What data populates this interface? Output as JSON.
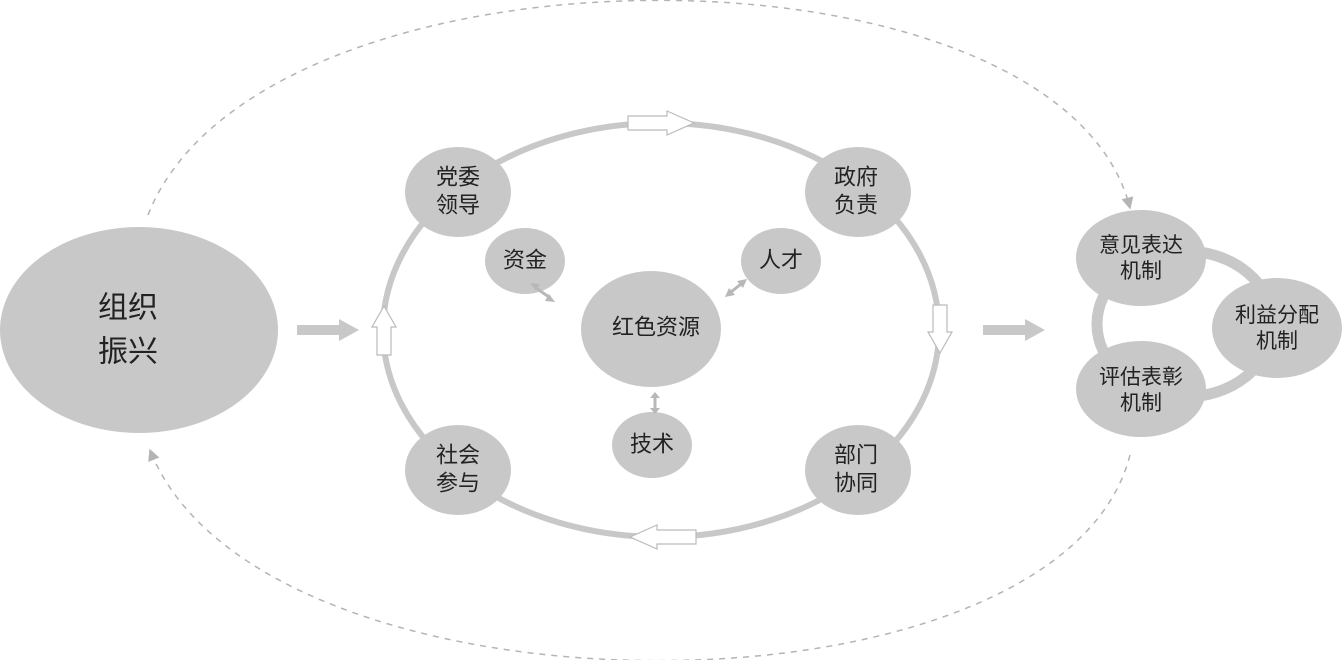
{
  "colors": {
    "node_fill": "#c8c8c8",
    "ring": "#c8c8c8",
    "dash": "#b4b4b4",
    "text": "#222222"
  },
  "left_node": {
    "line1": "组织",
    "line2": "振兴"
  },
  "ring_nodes": {
    "top_left": {
      "line1": "党委",
      "line2": "领导"
    },
    "top_right": {
      "line1": "政府",
      "line2": "负责"
    },
    "bottom_right": {
      "line1": "部门",
      "line2": "协同"
    },
    "bottom_left": {
      "line1": "社会",
      "line2": "参与"
    }
  },
  "center": {
    "core": "红色资源",
    "funds": "资金",
    "talent": "人才",
    "technology": "技术"
  },
  "mechanisms": {
    "expression": {
      "line1": "意见表达",
      "line2": "机制"
    },
    "distribution": {
      "line1": "利益分配",
      "line2": "机制"
    },
    "evaluation": {
      "line1": "评估表彰",
      "line2": "机制"
    }
  }
}
